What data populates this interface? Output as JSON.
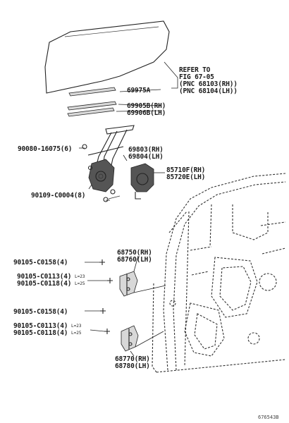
{
  "labels": {
    "refer_line1": "REFER TO",
    "refer_line2": "FIG 67-05",
    "refer_line3": "(PNC 68103(RH))",
    "refer_line4": "(PNC 68104(LH))",
    "p69975a": "69975A",
    "p69905b": "69905B(RH)",
    "p69906b": "69906B(LH)",
    "p90080": "90080-16075(6)",
    "p69803": "69803(RH)",
    "p69804": "69804(LH)",
    "p85710f": "85710F(RH)",
    "p85720e": "85720E(LH)",
    "p90109": "90109-C0004(8)",
    "p68750": "68750(RH)",
    "p68760": "68760(LH)",
    "p90105_0158_a": "90105-C0158(4)",
    "p90105_0113_a": "90105-C0113(4)",
    "p90105_0113_a_note": "L=23",
    "p90105_0118_a": "90105-C0118(4)",
    "p90105_0118_a_note": "L=25",
    "p90105_0158_b": "90105-C0158(4)",
    "p90105_0113_b": "90105-C0113(4)",
    "p90105_0113_b_note": "L=23",
    "p90105_0118_b": "90105-C0118(4)",
    "p90105_0118_b_note": "L=25",
    "p68770": "68770(RH)",
    "p68780": "68780(LH)",
    "diagram_code": "676543B"
  }
}
